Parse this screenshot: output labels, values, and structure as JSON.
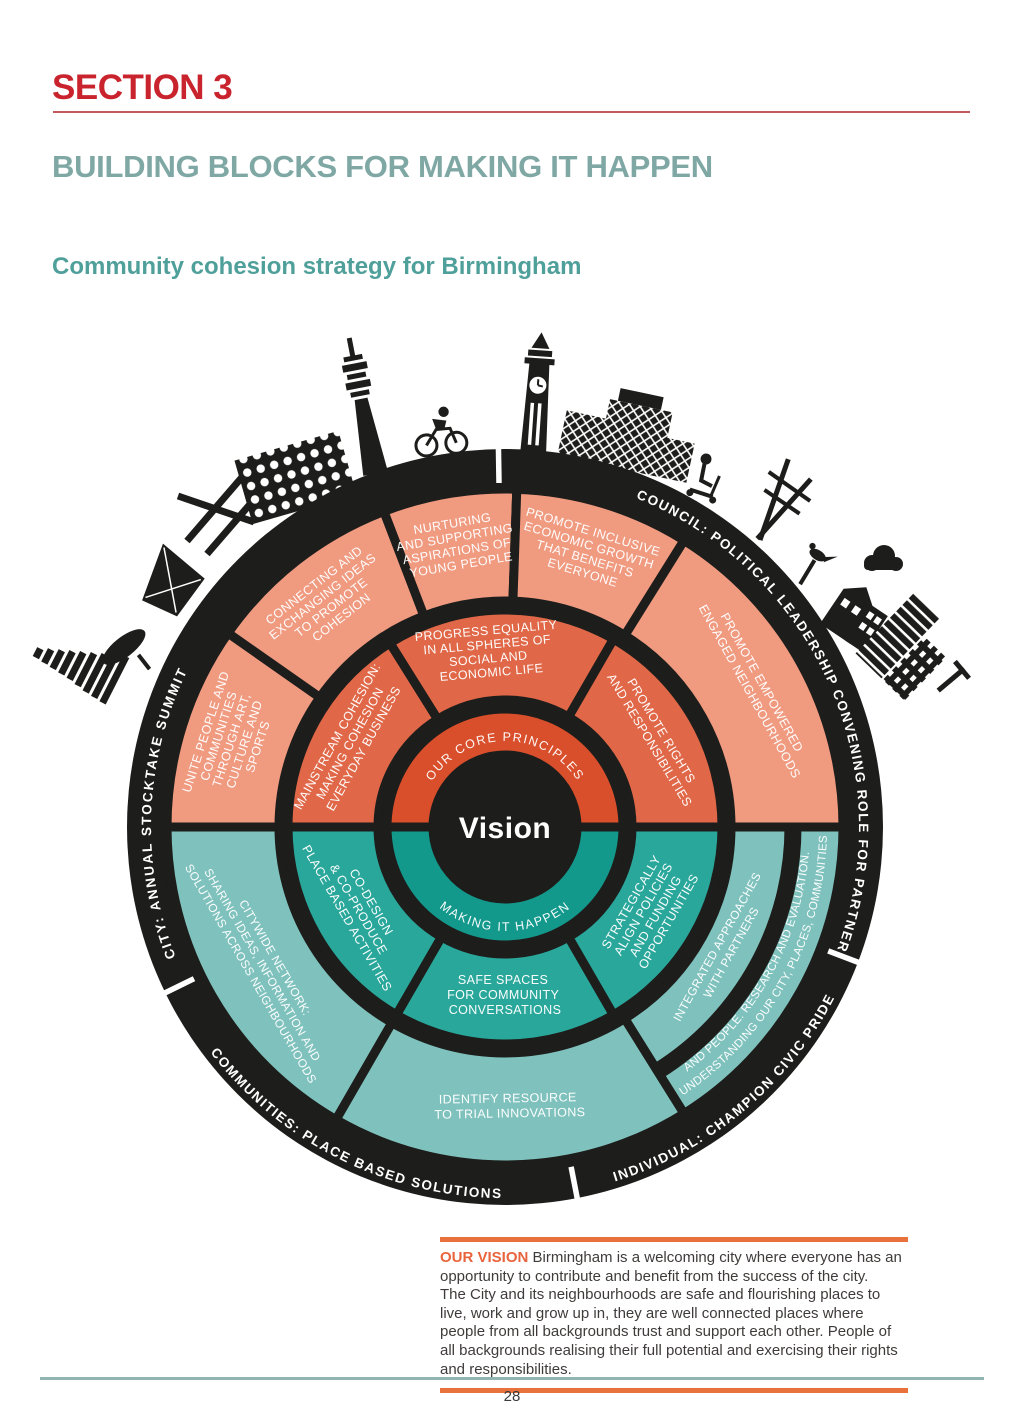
{
  "header": {
    "section_label": "SECTION 3",
    "title": "BUILDING BLOCKS FOR MAKING IT HAPPEN",
    "subtitle": "Community cohesion strategy for Birmingham"
  },
  "diagram": {
    "center_label": "Vision",
    "inner_ring": {
      "top": "OUR CORE PRINCIPLES",
      "bottom": "MAKING IT HAPPEN"
    },
    "outer_ring_labels": {
      "city": "CITY:  ANNUAL STOCKTAKE SUMMIT",
      "council": "COUNCIL: POLITICAL LEADERSHIP CONVENING ROLE FOR PARTNERS",
      "communities": "COMMUNITIES: PLACE BASED SOLUTIONS",
      "individual": "INDIVIDUAL: CHAMPION CIVIC PRIDE"
    },
    "principle_segments": {
      "mainstream": {
        "lines": [
          "MAINSTREAM COHESION:",
          "MAKING COHESION",
          "EVERYDAY BUSINESS"
        ]
      },
      "progress": {
        "lines": [
          "PROGRESS EQUALITY",
          "IN ALL SPHERES OF",
          "SOCIAL AND",
          "ECONOMIC LIFE"
        ]
      },
      "rights": {
        "lines": [
          "PROMOTE RIGHTS",
          "AND RESPONSIBILITIES"
        ]
      }
    },
    "action_segments": {
      "codesign": {
        "lines": [
          "CO-DESIGN",
          "& CO-PRODUCE",
          "PLACE BASED ACTIVITIES"
        ]
      },
      "safespaces": {
        "lines": [
          "SAFE SPACES",
          "FOR  COMMUNITY",
          "CONVERSATIONS"
        ]
      },
      "align": {
        "lines": [
          "STRATEGICALLY",
          "ALIGN POLICIES",
          "AND FUNDING",
          "OPPORTUNITIES"
        ]
      }
    },
    "outer_top_segments": {
      "unite": {
        "lines": [
          "UNITE PEOPLE AND",
          "COMMUNITIES",
          "THROUGH ART,",
          "CULTURE AND",
          "SPORTS"
        ]
      },
      "connecting": {
        "lines": [
          "CONNECTING AND",
          "EXCHANGING IDEAS",
          "TO PROMOTE",
          "COHESION"
        ]
      },
      "nurturing": {
        "lines": [
          "NURTURING",
          "AND SUPPORTING",
          "ASPIRATIONS OF",
          "YOUNG PEOPLE"
        ]
      },
      "growth": {
        "lines": [
          "PROMOTE INCLUSIVE",
          "ECONOMIC GROWTH",
          "THAT BENEFITS",
          "EVERYONE"
        ]
      },
      "neighbourhoods": {
        "lines": [
          "PROMOTE EMPOWERED",
          "ENGAGED NEIGHBOURHOODS"
        ]
      }
    },
    "outer_bottom_segments": {
      "citywide": {
        "lines": [
          "CITYWIDE NETWORK:",
          "SHARING IDEAS, INFORMATION AND",
          "SOLUTIONS ACROSS NEIGHBOURHOODS"
        ]
      },
      "identify": {
        "lines": [
          "IDENTIFY RESOURCE",
          "TO TRIAL INNOVATIONS"
        ]
      },
      "integrated": {
        "lines": [
          "INTEGRATED APPROACHES",
          "WITH PARTNERS"
        ]
      },
      "understanding": {
        "lines": [
          "UNDERSTANDING OUR CITY, PLACES, COMMUNITIES",
          "AND PEOPLE. RESEARCH AND EVALUATION."
        ]
      }
    }
  },
  "vision_box": {
    "label": "OUR VISION",
    "paragraph1": "Birmingham is a welcoming city where everyone has an opportunity to contribute and benefit from the success of the city.",
    "paragraph2": "The City and its neighbourhoods are safe and flourishing places to live, work and grow up in, they are well connected places where people from all backgrounds trust and support each other. People of all backgrounds realising their full potential and exercising their rights and responsibilities."
  },
  "footer": {
    "page_number": "28"
  },
  "colors": {
    "section_red": "#c9242e",
    "heading_teal": "#7fa8a5",
    "subtitle_teal": "#4f9f9a",
    "salmon_light": "#f09a80",
    "orange_mid": "#e06848",
    "orange_core": "#d94f2b",
    "teal_core": "#13998c",
    "teal_mid": "#2aa79b",
    "teal_light": "#7fc2bd",
    "ring_black": "#1d1d1b",
    "vision_orange": "#e8713c"
  }
}
